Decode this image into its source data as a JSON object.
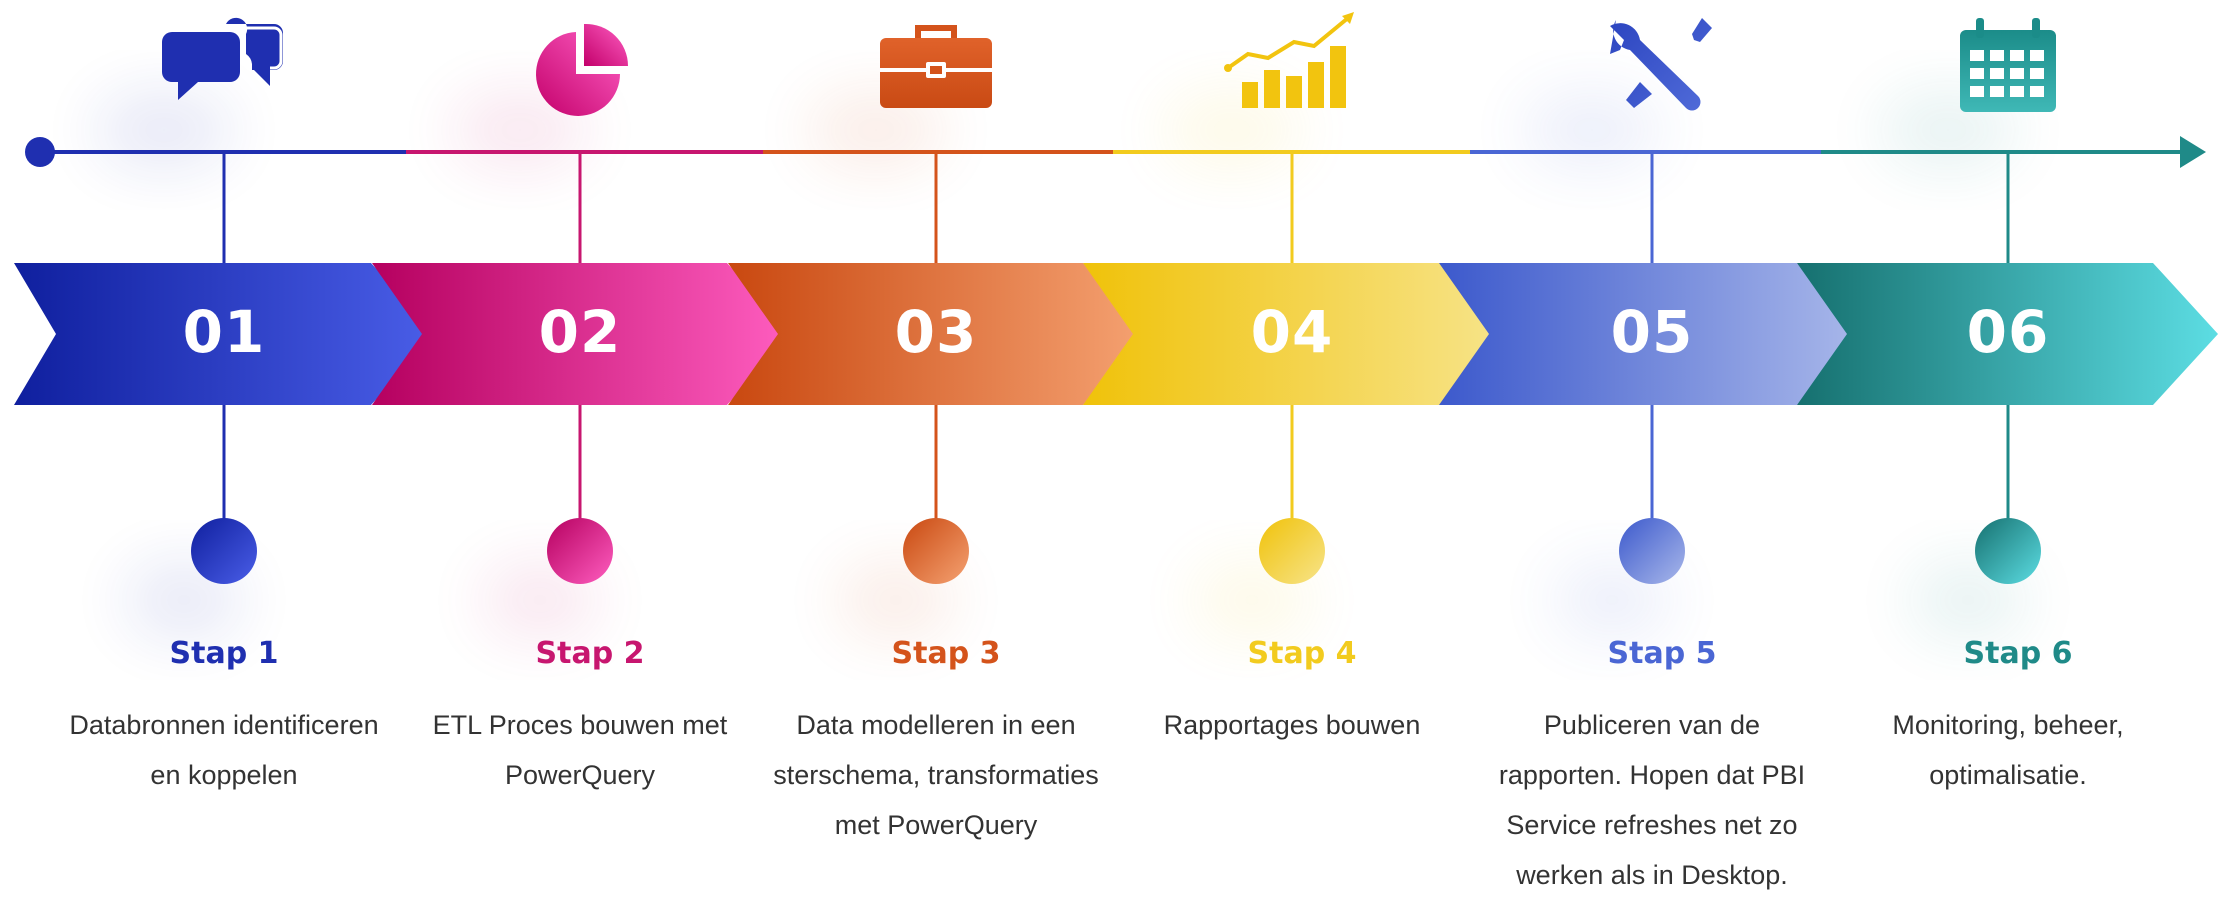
{
  "steps": [
    {
      "num": "01",
      "stap": "Stap 1",
      "desc": "Databronnen identificeren en koppelen",
      "icon": "chat-bubbles-icon",
      "color": "#1f2fb0",
      "grad": [
        "#0f1f9e",
        "#4a5ee8"
      ]
    },
    {
      "num": "02",
      "stap": "Stap 2",
      "desc": "ETL Proces bouwen met PowerQuery",
      "icon": "pie-chart-icon",
      "color": "#c7166f",
      "grad": [
        "#b5005f",
        "#ff5ec0"
      ]
    },
    {
      "num": "03",
      "stap": "Stap 3",
      "desc": "Data modelleren in een sterschema, transformaties met PowerQuery",
      "icon": "briefcase-icon",
      "color": "#d4531b",
      "grad": [
        "#c94810",
        "#f5a272"
      ]
    },
    {
      "num": "04",
      "stap": "Stap 4",
      "desc": "Rapportages bouwen",
      "icon": "bar-chart-growth-icon",
      "color": "#f2cb1e",
      "grad": [
        "#f0c20a",
        "#f7e48a"
      ]
    },
    {
      "num": "05",
      "stap": "Stap 5",
      "desc": "Publiceren van de rapporten. Hopen dat PBI Service refreshes net zo werken als in Desktop.",
      "icon": "wrench-screwdriver-icon",
      "color": "#4a66d4",
      "grad": [
        "#3c59cc",
        "#a9b8ea"
      ]
    },
    {
      "num": "06",
      "stap": "Stap 6",
      "desc": "Monitoring, beheer, optimalisatie.",
      "icon": "calendar-icon",
      "color": "#1f8a88",
      "grad": [
        "#16706f",
        "#5cdde3"
      ]
    }
  ]
}
